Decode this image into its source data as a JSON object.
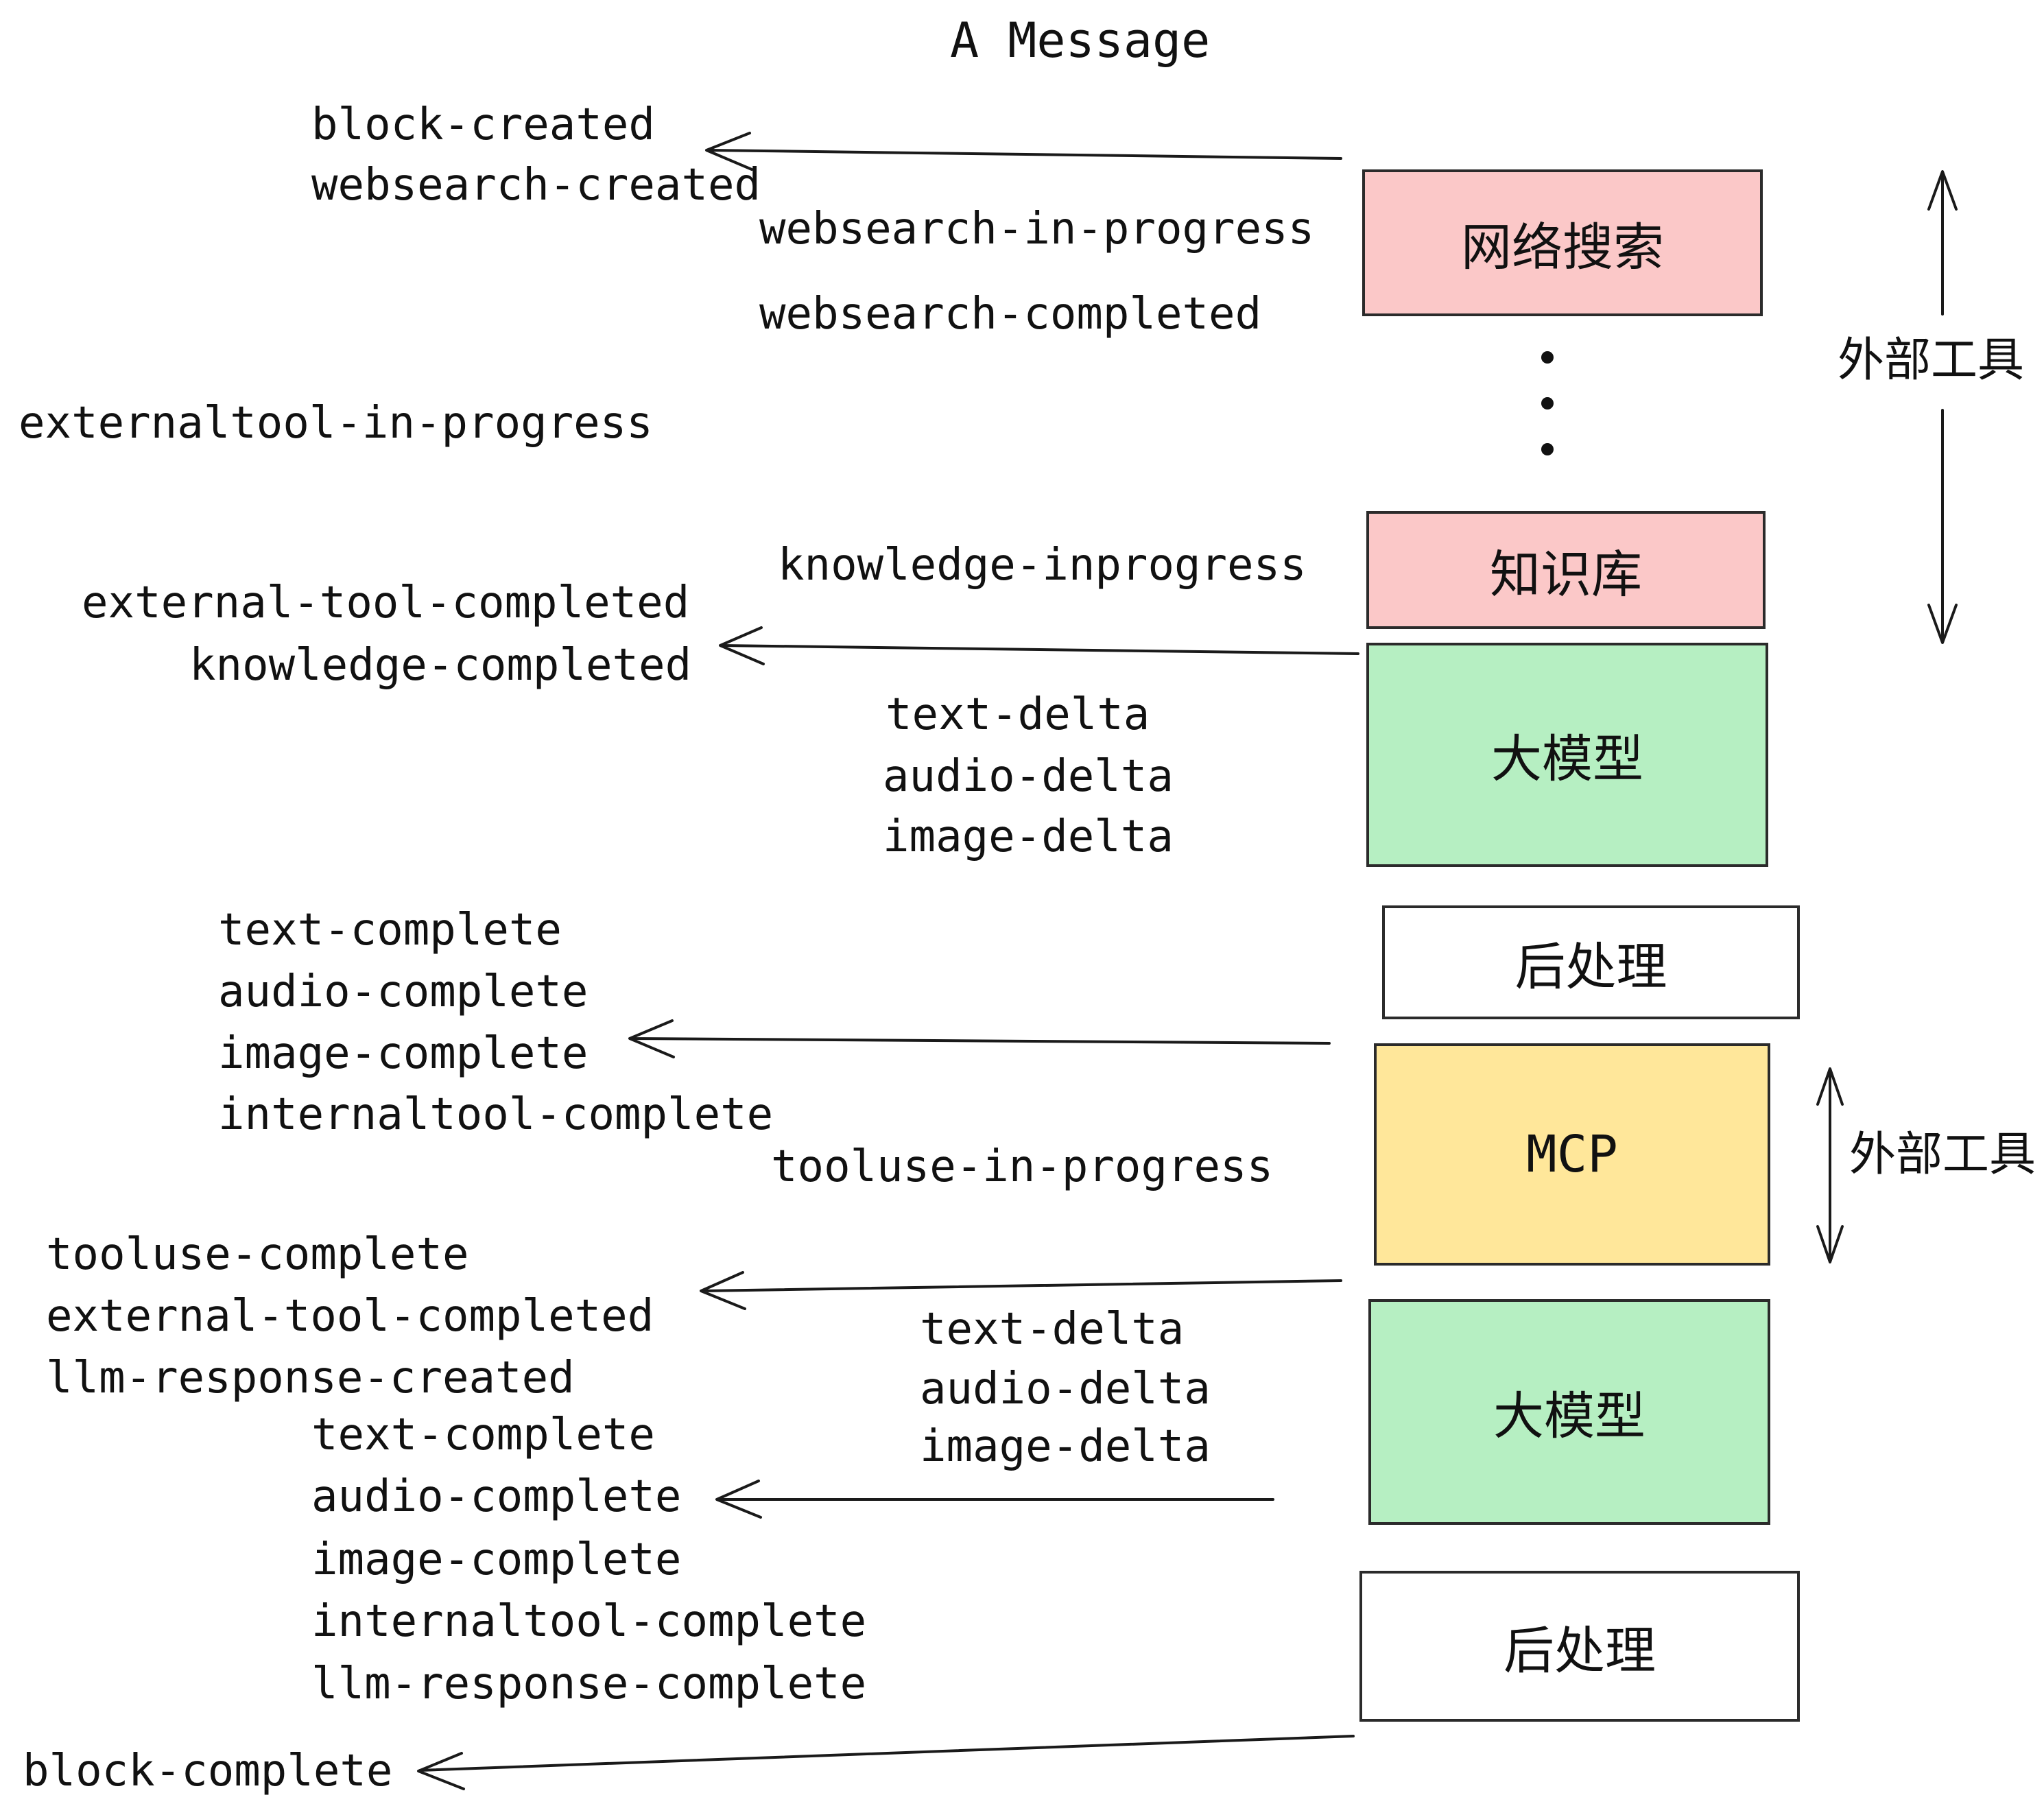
{
  "title": "A Message",
  "events": {
    "block_created": "block-created",
    "websearch_created": "websearch-created",
    "websearch_in_progress": "websearch-in-progress",
    "websearch_completed": "websearch-completed",
    "externaltool_in_progress": "externaltool-in-progress",
    "knowledge_inprogress": "knowledge-inprogress",
    "external_tool_completed": "external-tool-completed",
    "knowledge_completed": "knowledge-completed",
    "text_delta": "text-delta",
    "audio_delta": "audio-delta",
    "image_delta": "image-delta",
    "text_complete": "text-complete",
    "audio_complete": "audio-complete",
    "image_complete": "image-complete",
    "internaltool_complete": "internaltool-complete",
    "tooluse_in_progress": "tooluse-in-progress",
    "tooluse_complete": "tooluse-complete",
    "llm_response_created": "llm-response-created",
    "llm_response_complete": "llm-response-complete",
    "block_complete": "block-complete"
  },
  "boxes": {
    "websearch": {
      "label": "网络搜索",
      "color": "#fbc8c8"
    },
    "knowledge": {
      "label": "知识库",
      "color": "#fbc8c8"
    },
    "llm_top": {
      "label": "大模型",
      "color": "#b6efc2"
    },
    "postprocess_top": {
      "label": "后处理",
      "color": "#ffffff"
    },
    "mcp": {
      "label": "MCP",
      "color": "#ffe79a"
    },
    "llm_bottom": {
      "label": "大模型",
      "color": "#b6efc2"
    },
    "postprocess_bottom": {
      "label": "后处理",
      "color": "#ffffff"
    }
  },
  "annotations": {
    "external_tools_top": "外部工具",
    "external_tools_bottom": "外部工具"
  },
  "colors": {
    "box_pink": "#fbc8c8",
    "box_green": "#b6efc2",
    "box_yellow": "#ffe79a",
    "box_white": "#ffffff",
    "line": "#1a1a1a"
  }
}
